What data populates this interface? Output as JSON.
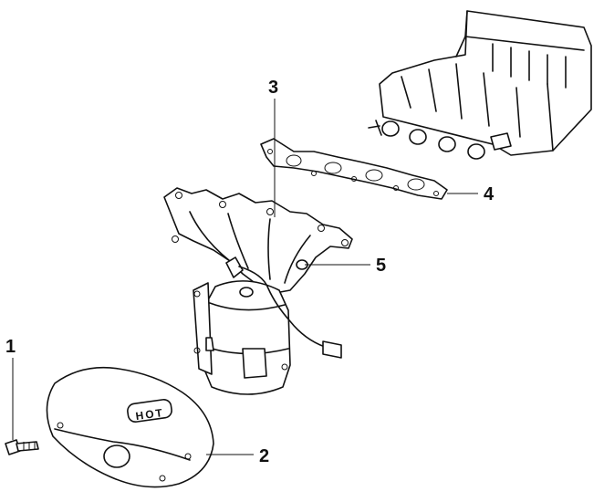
{
  "callouts": {
    "c1": "1",
    "c2": "2",
    "c3": "3",
    "c4": "4",
    "c5": "5"
  },
  "heat_shield_label": "HOT"
}
